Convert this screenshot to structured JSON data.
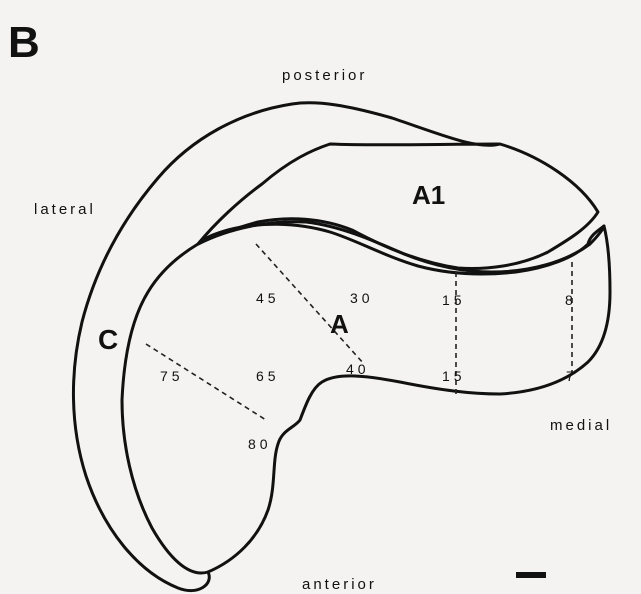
{
  "panel_label": "B",
  "orientation": {
    "posterior": "posterior",
    "lateral": "lateral",
    "medial": "medial",
    "anterior": "anterior"
  },
  "regions": {
    "a1": "A1",
    "a": "A",
    "c": "C"
  },
  "values": [
    "45",
    "30",
    "15",
    "8",
    "75",
    "65",
    "40",
    "15",
    "7",
    "80"
  ]
}
